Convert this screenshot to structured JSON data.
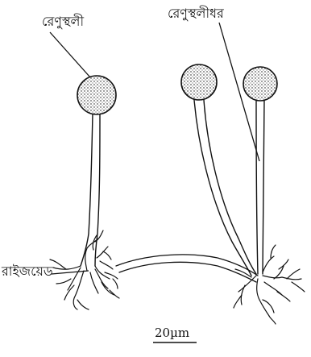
{
  "labels": {
    "sporangium": "রেণুস্থলী",
    "sporangiophore": "রেণুস্থলীধর",
    "rhizoid": "রাইজয়েড",
    "scale": "20µm"
  },
  "colors": {
    "ink": "#111111",
    "background": "#ffffff"
  }
}
